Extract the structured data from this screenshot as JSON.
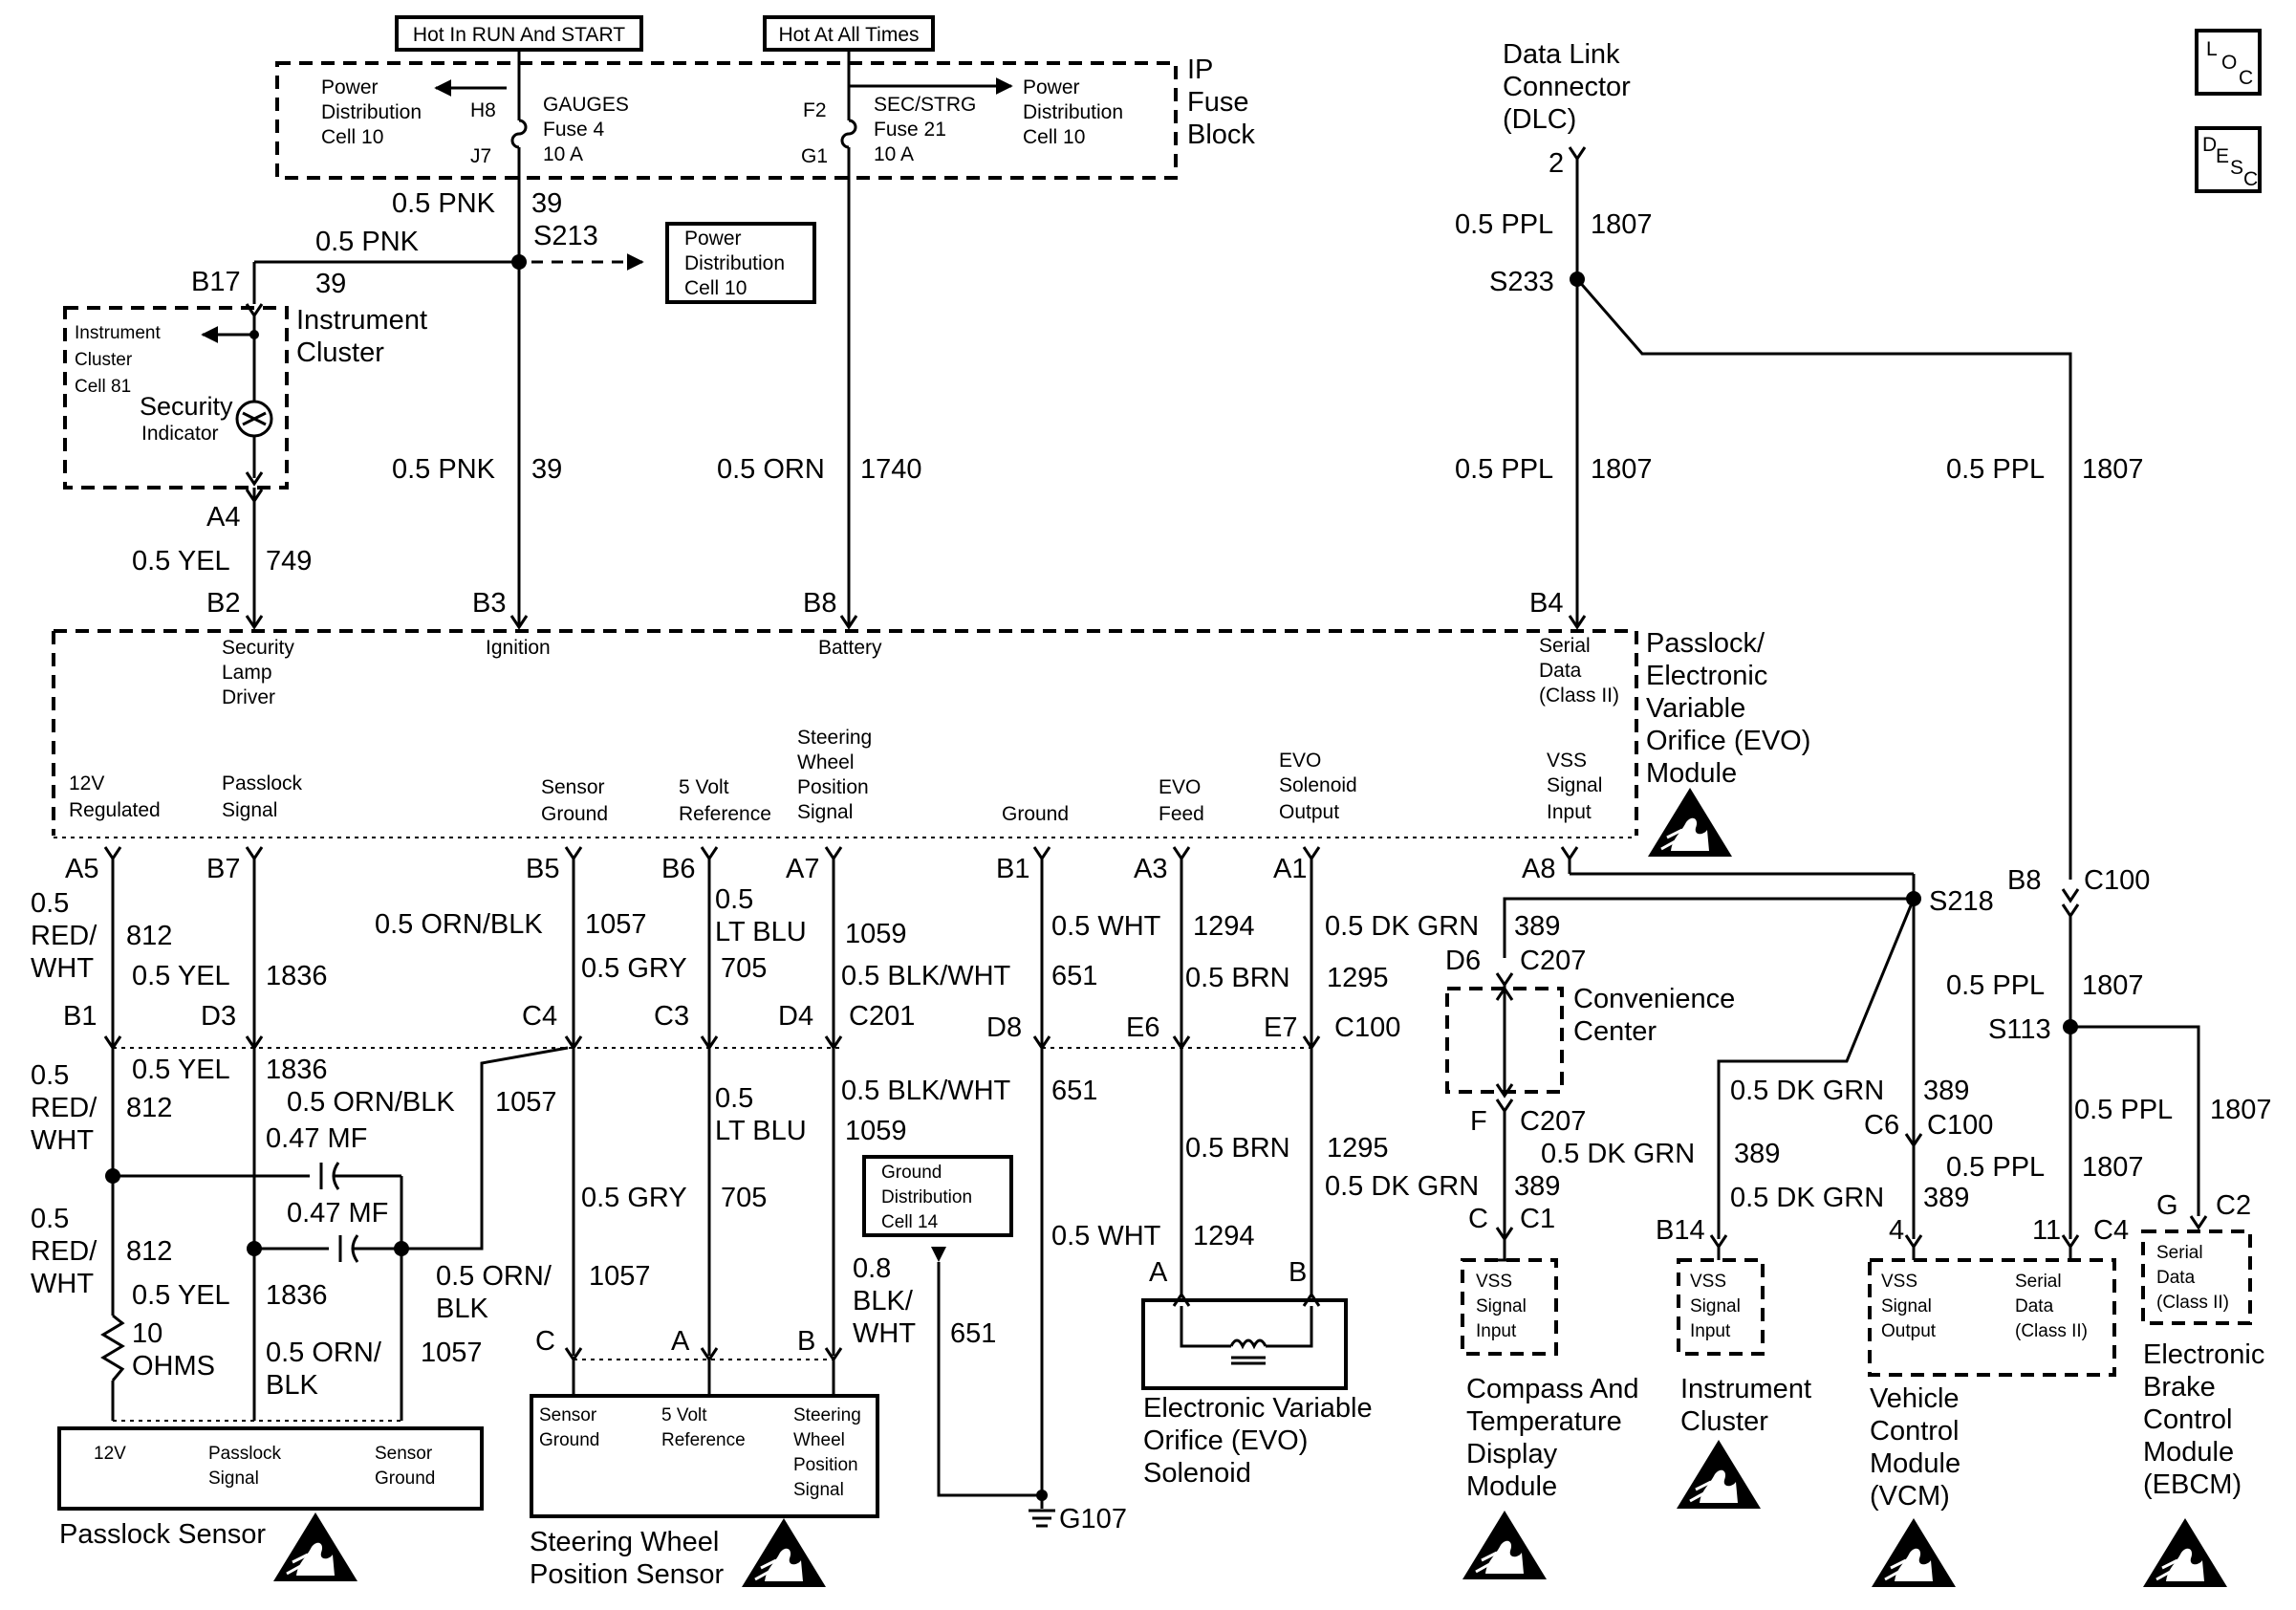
{
  "header": {
    "run_start": "Hot In RUN And START",
    "at_all_times": "Hot At All Times"
  },
  "icons": {
    "loc": [
      "L",
      "O",
      "C"
    ],
    "desc": [
      "D",
      "E",
      "S",
      "C"
    ]
  },
  "fuse_block": {
    "name": [
      "IP",
      "Fuse",
      "Block"
    ],
    "pdc_left": [
      "Power",
      "Distribution",
      "Cell 10"
    ],
    "pdc_right": [
      "Power",
      "Distribution",
      "Cell 10"
    ],
    "gauges": {
      "name": "GAUGES",
      "fuse": "Fuse 4",
      "amps": "10 A",
      "in": "H8",
      "out": "J7"
    },
    "secstrg": {
      "name": "SEC/STRG",
      "fuse": "Fuse 21",
      "amps": "10 A",
      "in": "F2",
      "out": "G1"
    }
  },
  "dlc": {
    "name": [
      "Data Link",
      "Connector",
      "(DLC)"
    ],
    "pin": "2"
  },
  "splices": {
    "s213": "S213",
    "s233": "S233",
    "s218": "S218",
    "s113": "S113"
  },
  "pdc_box": [
    "Power",
    "Distribution",
    "Cell 10"
  ],
  "cluster": {
    "label": [
      "Instrument",
      "Cluster"
    ],
    "inner": [
      "Instrument",
      "Cluster",
      "Cell 81"
    ],
    "security": "Security",
    "indicator": "Indicator",
    "b17": "B17",
    "a4": "A4"
  },
  "wires": {
    "pnk": "0.5 PNK",
    "c39": "39",
    "yel": "0.5 YEL",
    "c749": "749",
    "orn": "0.5 ORN",
    "c1740": "1740",
    "ppl": "0.5 PPL",
    "c1807": "1807",
    "redwht": [
      "0.5",
      "RED/",
      "WHT"
    ],
    "c812": "812",
    "c1836": "1836",
    "ornblk": "0.5 ORN/BLK",
    "c1057": "1057",
    "ornblk2": [
      "0.5 ORN/",
      "BLK"
    ],
    "gry": "0.5 GRY",
    "c705": "705",
    "ltblu": [
      "0.5",
      "LT BLU"
    ],
    "c1059": "1059",
    "blkwht": "0.5 BLK/WHT",
    "c651": "651",
    "blkwht08": [
      "0.8",
      "BLK/",
      "WHT"
    ],
    "wht": "0.5 WHT",
    "c1294": "1294",
    "brn": "0.5 BRN",
    "c1295": "1295",
    "dkgrn": "0.5 DK GRN",
    "c389": "389"
  },
  "module": {
    "name": [
      "Passlock/",
      "Electronic",
      "Variable",
      "Orifice (EVO)",
      "Module"
    ],
    "top_pins": [
      "B2",
      "B3",
      "B8",
      "B4"
    ],
    "top_labels": {
      "security": [
        "Security",
        "Lamp",
        "Driver"
      ],
      "ignition": "Ignition",
      "battery": "Battery",
      "serial": [
        "Serial",
        "Data",
        "(Class II)"
      ]
    },
    "bottom_pins": [
      "A5",
      "B7",
      "B5",
      "B6",
      "A7",
      "B1",
      "A3",
      "A1",
      "A8"
    ],
    "bottom_labels": {
      "v12": [
        "12V",
        "Regulated"
      ],
      "passlock": [
        "Passlock",
        "Signal"
      ],
      "sensor_ground": [
        "Sensor",
        "Ground"
      ],
      "five_volt": [
        "5 Volt",
        "Reference"
      ],
      "steering": [
        "Steering",
        "Wheel",
        "Position",
        "Signal"
      ],
      "ground": "Ground",
      "evo_feed": [
        "EVO",
        "Feed"
      ],
      "evo_sol": [
        "EVO",
        "Solenoid",
        "Output"
      ],
      "vss": [
        "VSS",
        "Signal",
        "Input"
      ]
    }
  },
  "connectors": {
    "b1": "B1",
    "d3": "D3",
    "c4": "C4",
    "c3": "C3",
    "d4": "D4",
    "c201": "C201",
    "d8": "D8",
    "e6": "E6",
    "e7": "E7",
    "c100": "C100",
    "d6": "D6",
    "c207": "C207",
    "f": "F",
    "c": "C",
    "c1": "C1",
    "b14": "B14",
    "c6": "C6",
    "b8": "B8",
    "p4": "4",
    "p11": "11",
    "c4b": "C4",
    "g": "G",
    "c2": "C2",
    "pc": "C",
    "pa": "A",
    "pb": "B",
    "ea": "A",
    "eb": "B"
  },
  "caps": {
    "mf1": "0.47 MF",
    "mf2": "0.47 MF"
  },
  "resistor": [
    "10",
    "OHMS"
  ],
  "ground_box": [
    "Ground",
    "Distribution",
    "Cell 14"
  ],
  "g107": "G107",
  "convenience": [
    "Convenience",
    "Center"
  ],
  "passlock_sensor": {
    "pins": [
      "12V",
      "Passlock",
      "Signal",
      "Sensor",
      "Ground"
    ],
    "name": "Passlock Sensor"
  },
  "swps": {
    "pins": [
      "Sensor",
      "Ground",
      "5 Volt",
      "Reference",
      "Steering",
      "Wheel",
      "Position",
      "Signal"
    ],
    "name": [
      "Steering Wheel",
      "Position Sensor"
    ]
  },
  "evo_solenoid": [
    "Electronic  Variable",
    "Orifice (EVO)",
    "Solenoid"
  ],
  "compass": {
    "box": [
      "VSS",
      "Signal",
      "Input"
    ],
    "name": [
      "Compass And",
      "Temperature",
      "Display",
      "Module"
    ]
  },
  "cluster2": {
    "box": [
      "VSS",
      "Signal",
      "Input"
    ],
    "name": [
      "Instrument",
      "Cluster"
    ]
  },
  "vcm": {
    "box_left": [
      "VSS",
      "Signal",
      "Output"
    ],
    "box_right": [
      "Serial",
      "Data",
      "(Class II)"
    ],
    "name": [
      "Vehicle",
      "Control",
      "Module",
      "(VCM)"
    ]
  },
  "ebcm": {
    "box": [
      "Serial",
      "Data",
      "(Class II)"
    ],
    "name": [
      "Electronic",
      "Brake",
      "Control",
      "Module",
      "(EBCM)"
    ]
  }
}
